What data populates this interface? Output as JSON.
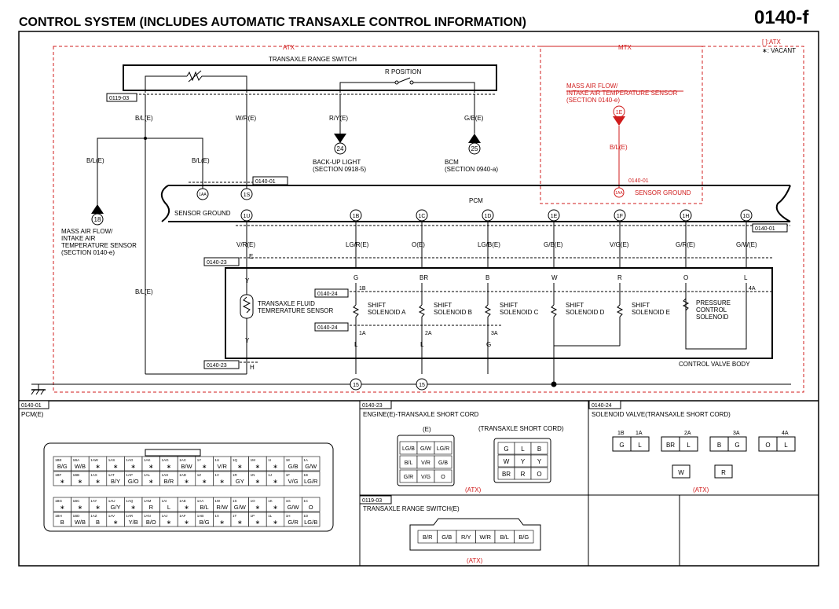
{
  "header": {
    "title": "CONTROL SYSTEM (INCLUDES AUTOMATIC TRANSAXLE CONTROL INFORMATION)",
    "page_code": "0140-f"
  },
  "legend": {
    "atx_mark": "[ ]:ATX",
    "vacant": "∗: VACANT"
  },
  "regions": {
    "atx": "ATX",
    "mtx": "MTX"
  },
  "range_switch": {
    "title": "TRANSAXLE RANGE SWITCH",
    "r_position": "R POSITION",
    "connector": "0119-03"
  },
  "mtx_sensor": {
    "label": "MASS AIR FLOW/\nINTAKE AIR TEMPERATURE SENSOR\n(SECTION 0140-e)",
    "terminal": "1E",
    "wire": "B/L(E)",
    "connector": "0140-01",
    "ground": "SENSOR GROUND",
    "ground_terminal": "1AA"
  },
  "top_wires": [
    {
      "label": "B/L(E)"
    },
    {
      "label": "W/R(E)"
    },
    {
      "label": "R/Y(E)"
    },
    {
      "label": "G/B(E)"
    }
  ],
  "left_wires": {
    "bl_left": "B/L(E)",
    "bl_mid": "B/L(E)",
    "bl_low": "B/L(E)"
  },
  "refs": [
    {
      "num": "24",
      "label": "BACK-UP LIGHT\n(SECTION 0918-5)"
    },
    {
      "num": "25",
      "label": "BCM\n(SECTION 0940-a)"
    },
    {
      "num": "18",
      "label": "MASS AIR FLOW/\nINTAKE AIR\nTEMPERATURE SENSOR\n(SECTION 0140-e)"
    }
  ],
  "pcm": {
    "label": "PCM",
    "sensor_ground": "SENSOR GROUND",
    "top_terminals": [
      "1AA",
      "1S"
    ],
    "connector_top": "0140-01",
    "connector_bottom": "0140-01",
    "terminals": [
      "1U",
      "1B",
      "1C",
      "1D",
      "1E",
      "1F",
      "1H",
      "1G"
    ],
    "wires": [
      "V/R(E)",
      "LG/R(E)",
      "O(E)",
      "LG/B(E)",
      "G/B(E)",
      "V/G(E)",
      "G/R(E)",
      "G/W(E)"
    ]
  },
  "cvb": {
    "label": "CONTROL VALVE BODY",
    "connector_a": "0140-23",
    "connector_b": "0140-24",
    "connector_c": "0140-24",
    "connector_d": "0140-23",
    "top_pins": [
      "E",
      "Y"
    ],
    "bottom_pins": [
      "Y",
      "H"
    ],
    "colors": [
      "G",
      "BR",
      "B",
      "W",
      "R",
      "O",
      "L"
    ],
    "solenoids": [
      "SHIFT\nSOLENOID A",
      "SHIFT\nSOLENOID B",
      "SHIFT\nSOLENOID C",
      "SHIFT\nSOLENOID D",
      "SHIFT\nSOLENOID E",
      "PRESSURE\nCONTROL\nSOLENOID"
    ],
    "sol_pins_top": [
      "1B",
      "4A"
    ],
    "sol_pins_bottom": [
      "1A",
      "2A",
      "3A"
    ],
    "bottom_colors": [
      "L",
      "L",
      "G"
    ],
    "fluid_sensor": "TRANSAXLE FLUID\nTEMRERATURE SENSOR",
    "grounds": [
      "15",
      "15"
    ]
  },
  "bottom": {
    "pcm": {
      "code": "0140-01",
      "title": "PCM(E)",
      "row1": [
        [
          "1BE",
          "B/G"
        ],
        [
          "1BA",
          "W/B"
        ],
        [
          "1AW",
          "∗"
        ],
        [
          "1AS",
          "∗"
        ],
        [
          "1AO",
          "∗"
        ],
        [
          "1AK",
          "∗"
        ],
        [
          "1AG",
          "∗"
        ],
        [
          "1AC",
          "B/W"
        ],
        [
          "1Y",
          "∗"
        ],
        [
          "1U",
          "V/R"
        ],
        [
          "1Q",
          "∗"
        ],
        [
          "1M",
          "∗"
        ],
        [
          "1I",
          "∗"
        ],
        [
          "1E",
          "G/B"
        ],
        [
          "1A",
          "G/W"
        ]
      ],
      "row2": [
        [
          "1BF",
          "∗"
        ],
        [
          "1BB",
          "∗"
        ],
        [
          "1AX",
          "∗"
        ],
        [
          "1AT",
          "B/Y"
        ],
        [
          "1AP",
          "G/O"
        ],
        [
          "1AL",
          "∗"
        ],
        [
          "1AH",
          "B/R"
        ],
        [
          "1AD",
          "∗"
        ],
        [
          "1Z",
          "∗"
        ],
        [
          "1V",
          "∗"
        ],
        [
          "1R",
          "GY"
        ],
        [
          "1N",
          "∗"
        ],
        [
          "1J",
          "∗"
        ],
        [
          "1F",
          "V/G"
        ],
        [
          "1B",
          "LG/R"
        ]
      ],
      "row3": [
        [
          "1BG",
          "∗"
        ],
        [
          "1BC",
          "∗"
        ],
        [
          "1AY",
          "∗"
        ],
        [
          "1AU",
          "G/Y"
        ],
        [
          "1AQ",
          "∗"
        ],
        [
          "1AM",
          "R"
        ],
        [
          "1AI",
          "L"
        ],
        [
          "1AE",
          "∗"
        ],
        [
          "1AA",
          "B/L"
        ],
        [
          "1W",
          "R/W"
        ],
        [
          "1S",
          "G/W"
        ],
        [
          "1O",
          "∗"
        ],
        [
          "1K",
          "∗"
        ],
        [
          "1G",
          "G/W"
        ],
        [
          "1C",
          "O"
        ]
      ],
      "row4": [
        [
          "1BH",
          "B"
        ],
        [
          "1BD",
          "W/B"
        ],
        [
          "1AZ",
          "B"
        ],
        [
          "1AV",
          "∗"
        ],
        [
          "1AR",
          "Y/B"
        ],
        [
          "1AN",
          "B/O"
        ],
        [
          "1AJ",
          "∗"
        ],
        [
          "1AF",
          "∗"
        ],
        [
          "1AB",
          "B/G"
        ],
        [
          "1X",
          "∗"
        ],
        [
          "1T",
          "∗"
        ],
        [
          "1P",
          "∗"
        ],
        [
          "1L",
          "∗"
        ],
        [
          "1H",
          "G/R"
        ],
        [
          "1D",
          "LG/B"
        ]
      ]
    },
    "cord": {
      "code": "0140-23",
      "title": "ENGINE(E)-TRANSAXLE SHORT CORD",
      "engine_label": "(E)",
      "trans_label": "(TRANSAXLE SHORT CORD)",
      "engine_cells": [
        [
          "LG/B",
          "G/W",
          "LG/R"
        ],
        [
          "B/L",
          "V/R",
          "G/B"
        ],
        [
          "G/R",
          "V/G",
          "O"
        ]
      ],
      "trans_cells": [
        [
          "G",
          "L",
          "B"
        ],
        [
          "W",
          "Y",
          "Y"
        ],
        [
          "BR",
          "R",
          "O"
        ]
      ],
      "atx": "(ATX)"
    },
    "solenoid": {
      "code": "0140-24",
      "title": "SOLENOID VALVE(TRANSAXLE SHORT CORD)",
      "conns": [
        {
          "pin": "1B",
          "pin2": "1A",
          "cells": [
            "G",
            "L"
          ]
        },
        {
          "pin": "2A",
          "cells": [
            "BR",
            "L"
          ]
        },
        {
          "pin": "3A",
          "cells": [
            "B",
            "G"
          ]
        },
        {
          "pin": "4A",
          "cells": [
            "O",
            "L"
          ]
        }
      ],
      "singles": [
        "W",
        "R"
      ],
      "atx": "(ATX)"
    },
    "range": {
      "code": "0119-03",
      "title": "TRANSAXLE RANGE SWITCH(E)",
      "cells": [
        "B/R",
        "G/B",
        "R/Y",
        "W/R",
        "B/L",
        "B/G"
      ],
      "atx": "(ATX)"
    }
  }
}
